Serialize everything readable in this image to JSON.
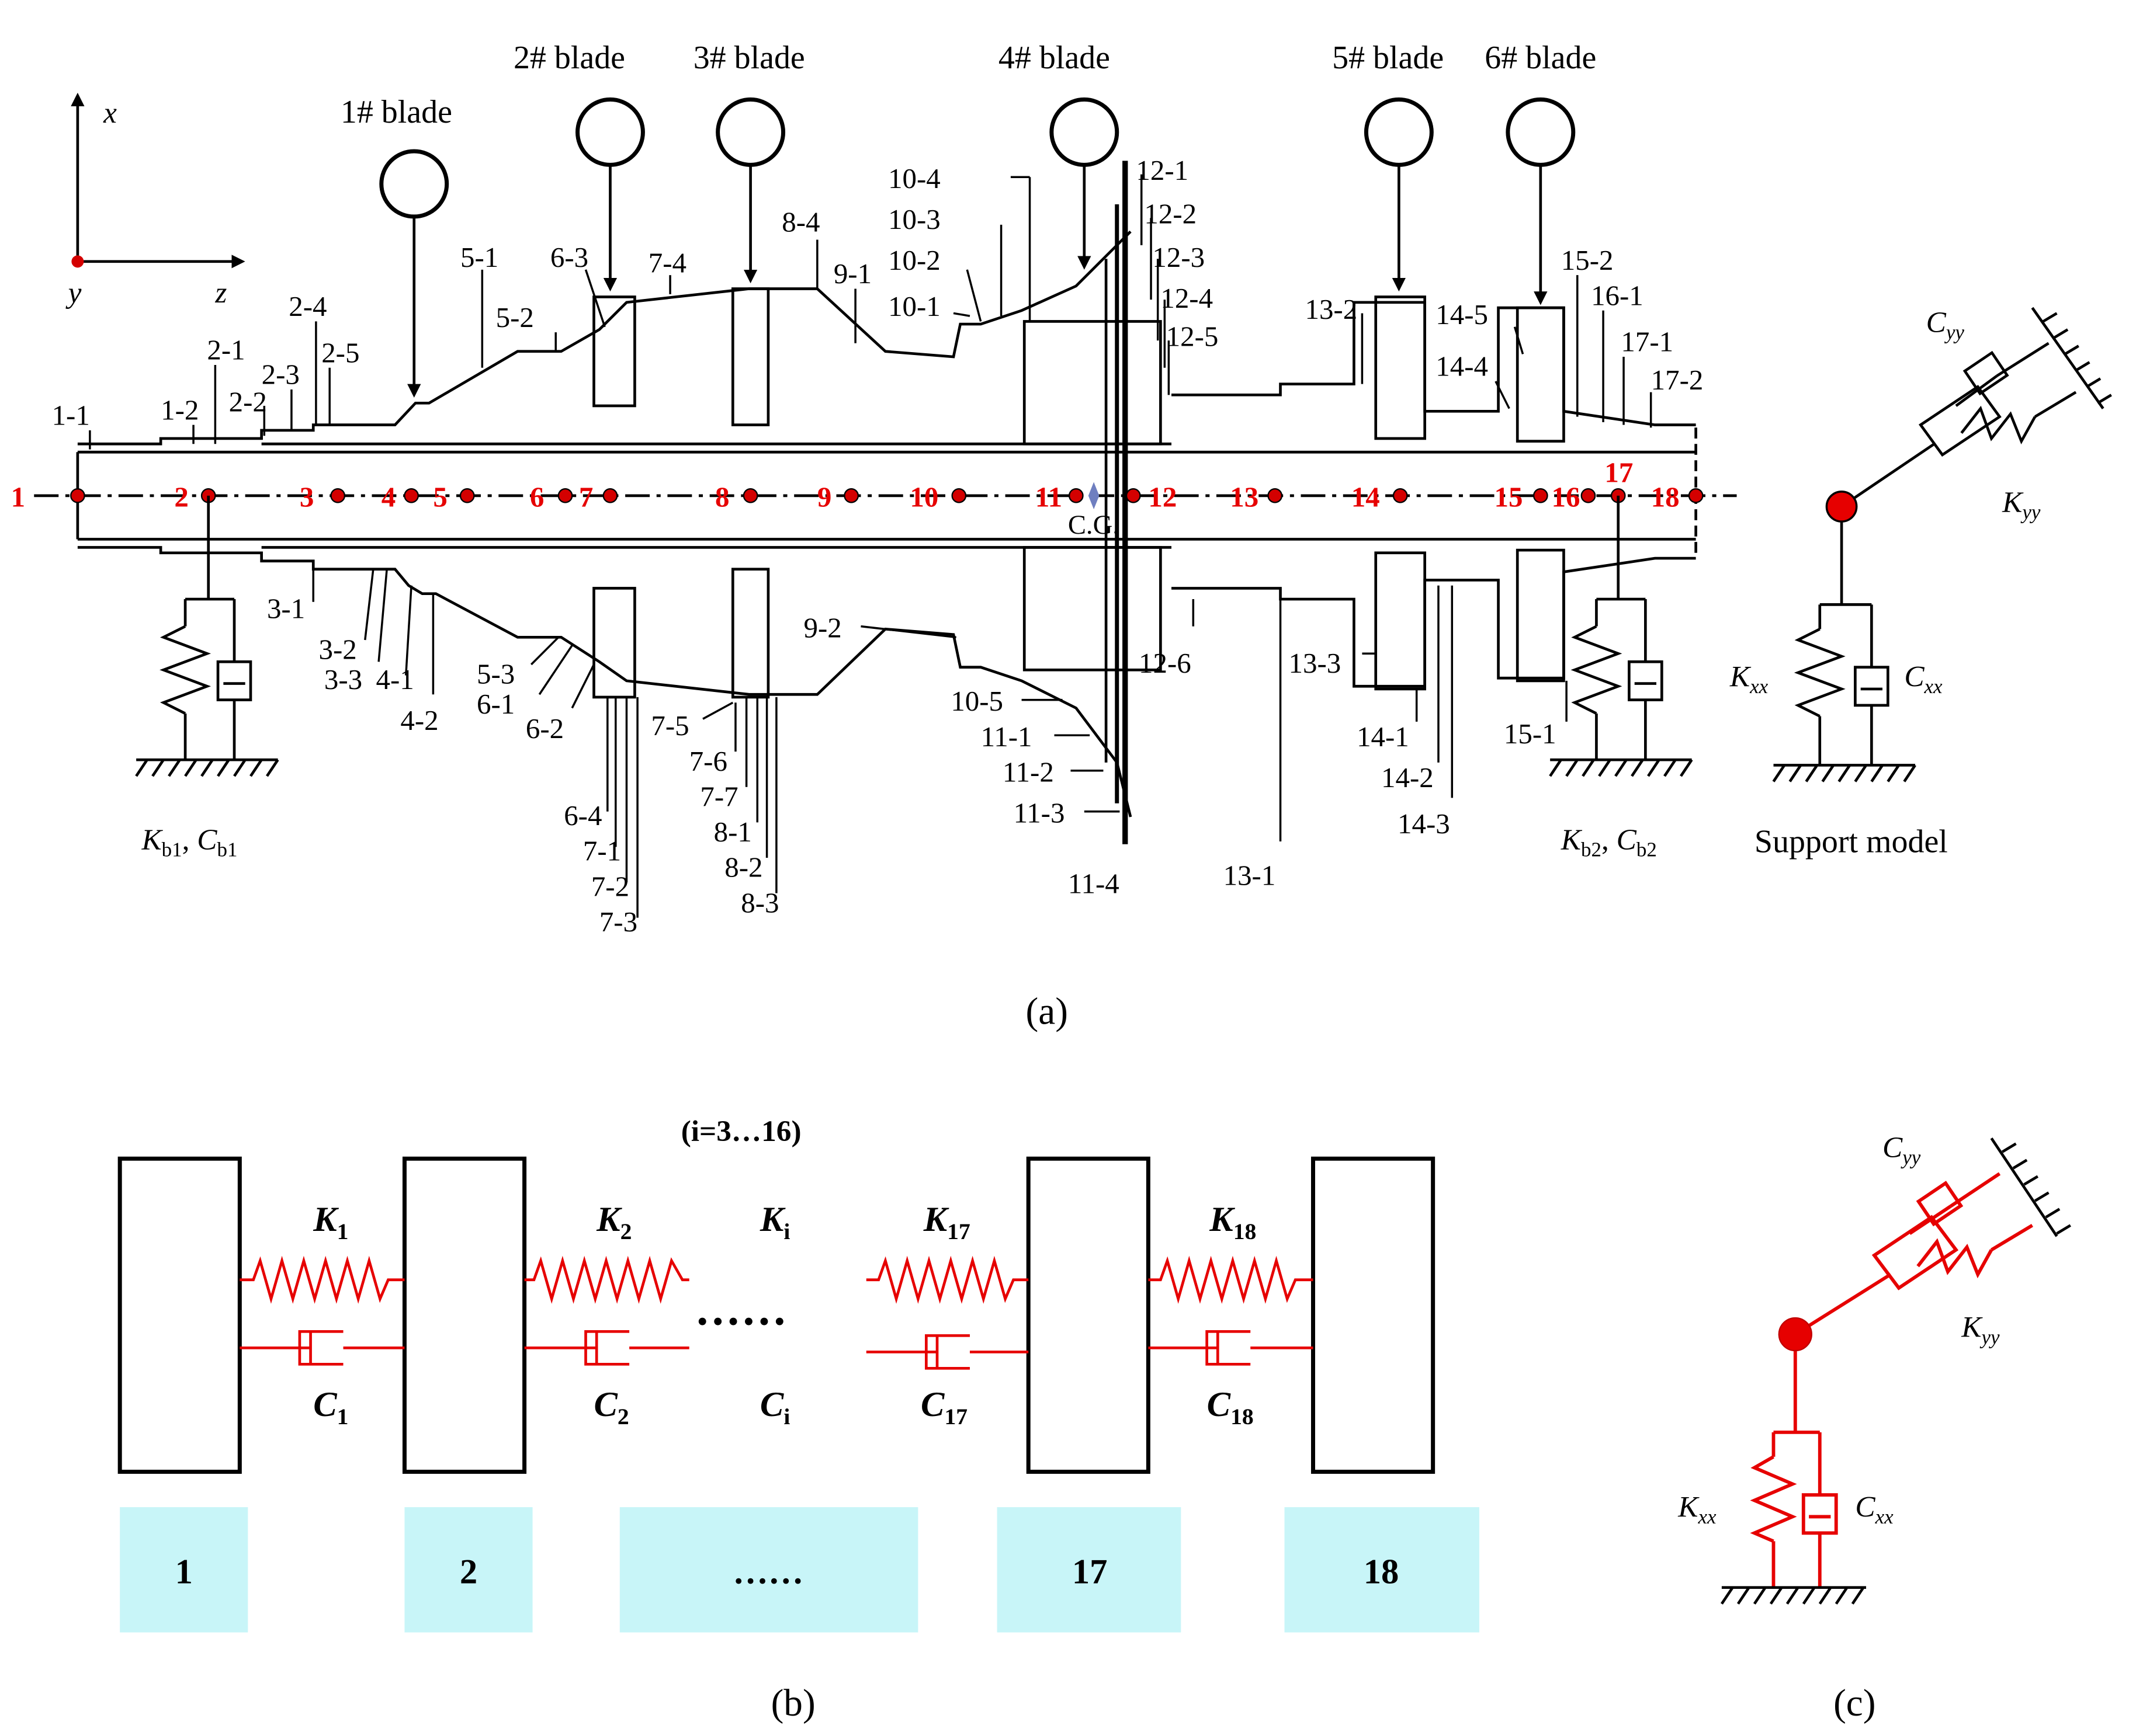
{
  "colors": {
    "ink": "#000000",
    "red": "#e60000",
    "node_red": "#d40000",
    "cyan_box": "#c8f5f8",
    "cg_marker": "#6f7fc0"
  },
  "panel_a": {
    "axis": {
      "x": "x",
      "y": "y",
      "z": "z"
    },
    "blades": [
      "1# blade",
      "2# blade",
      "3# blade",
      "4# blade",
      "5# blade",
      "6# blade"
    ],
    "node_labels": [
      "1",
      "2",
      "3",
      "4",
      "5",
      "6",
      "7",
      "8",
      "9",
      "10",
      "11",
      "12",
      "13",
      "14",
      "15",
      "16",
      "17",
      "18"
    ],
    "cg_label": "C.G.",
    "element_labels": [
      "1-1",
      "1-2",
      "2-1",
      "2-2",
      "2-3",
      "2-4",
      "2-5",
      "3-1",
      "3-2",
      "3-3",
      "4-1",
      "4-2",
      "5-1",
      "5-2",
      "5-3",
      "6-1",
      "6-2",
      "6-3",
      "6-4",
      "7-1",
      "7-2",
      "7-3",
      "7-4",
      "7-5",
      "7-6",
      "7-7",
      "8-1",
      "8-2",
      "8-3",
      "8-4",
      "9-1",
      "9-2",
      "10-1",
      "10-2",
      "10-3",
      "10-4",
      "10-5",
      "11-1",
      "11-2",
      "11-3",
      "11-4",
      "12-1",
      "12-2",
      "12-3",
      "12-4",
      "12-5",
      "12-6",
      "13-1",
      "13-2",
      "13-3",
      "14-1",
      "14-2",
      "14-3",
      "14-4",
      "14-5",
      "15-1",
      "15-2",
      "16-1",
      "17-1",
      "17-2"
    ],
    "bearing1": {
      "k": "K",
      "k_sub": "b1",
      "c": "C",
      "c_sub": "b1"
    },
    "bearing2": {
      "k": "K",
      "k_sub": "b2",
      "c": "C",
      "c_sub": "b2"
    },
    "support": {
      "kyy": "K",
      "kyy_sub": "yy",
      "cyy": "C",
      "cyy_sub": "yy",
      "kxx": "K",
      "kxx_sub": "xx",
      "cxx": "C",
      "cxx_sub": "xx",
      "caption": "Support model"
    },
    "caption": "(a)"
  },
  "panel_b": {
    "index_note": "(i=3…16)",
    "stiffness": [
      {
        "k": "K",
        "sub": "1"
      },
      {
        "k": "K",
        "sub": "2"
      },
      {
        "k": "K",
        "sub": "i"
      },
      {
        "k": "K",
        "sub": "17"
      },
      {
        "k": "K",
        "sub": "18"
      }
    ],
    "damping": [
      {
        "c": "C",
        "sub": "1"
      },
      {
        "c": "C",
        "sub": "2"
      },
      {
        "c": "C",
        "sub": "i"
      },
      {
        "c": "C",
        "sub": "17"
      },
      {
        "c": "C",
        "sub": "18"
      }
    ],
    "gap_dots": "······",
    "boxes": [
      "1",
      "2",
      "……",
      "17",
      "18"
    ],
    "caption": "(b)"
  },
  "panel_c": {
    "kyy": "K",
    "kyy_sub": "yy",
    "cyy": "C",
    "cyy_sub": "yy",
    "kxx": "K",
    "kxx_sub": "xx",
    "cxx": "C",
    "cxx_sub": "xx",
    "caption": "(c)"
  }
}
